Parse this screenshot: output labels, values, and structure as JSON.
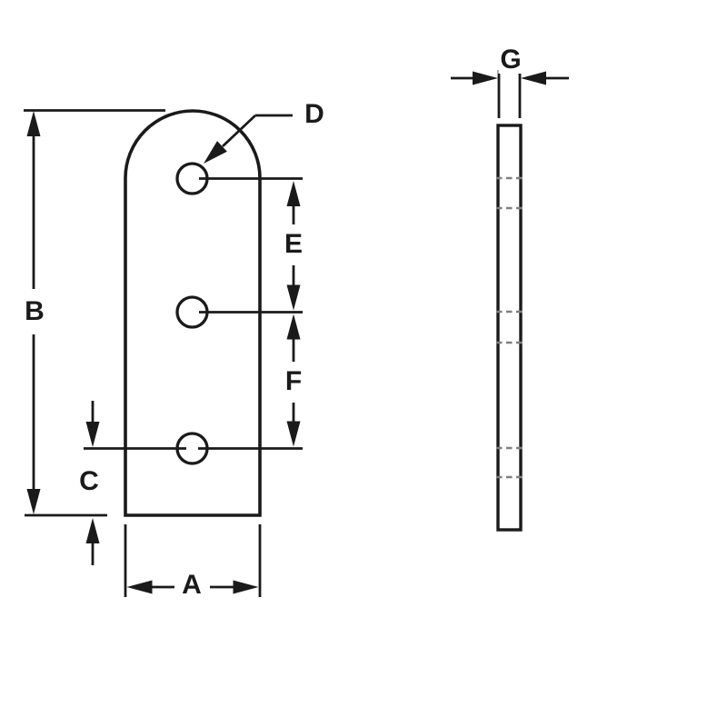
{
  "drawing": {
    "background_color": "#ffffff",
    "line_color": "#1a1a1a",
    "hidden_line_color": "#7f7f7f",
    "views": {
      "front": "front-profile-with-three-holes",
      "side": "thin-edge-profile"
    },
    "labels": {
      "A": "A",
      "B": "B",
      "C": "C",
      "D": "D",
      "E": "E",
      "F": "F",
      "G": "G"
    }
  }
}
